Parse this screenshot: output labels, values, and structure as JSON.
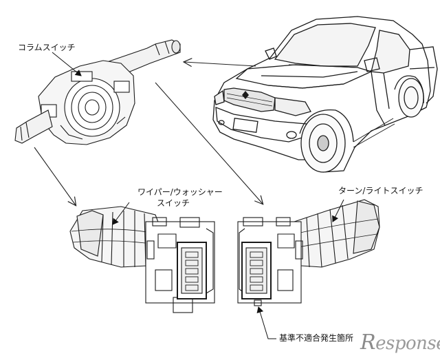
{
  "labels": {
    "column_switch": "コラムスイッチ",
    "wiper_switch_line1": "ワイパー/ウォッシャー",
    "wiper_switch_line2": "スイッチ",
    "turn_light_switch": "ターン/ライトスイッチ",
    "nonconformity_location": "基準不適合発生箇所"
  },
  "watermark": {
    "text": "esponse.",
    "initial": "R"
  }
}
